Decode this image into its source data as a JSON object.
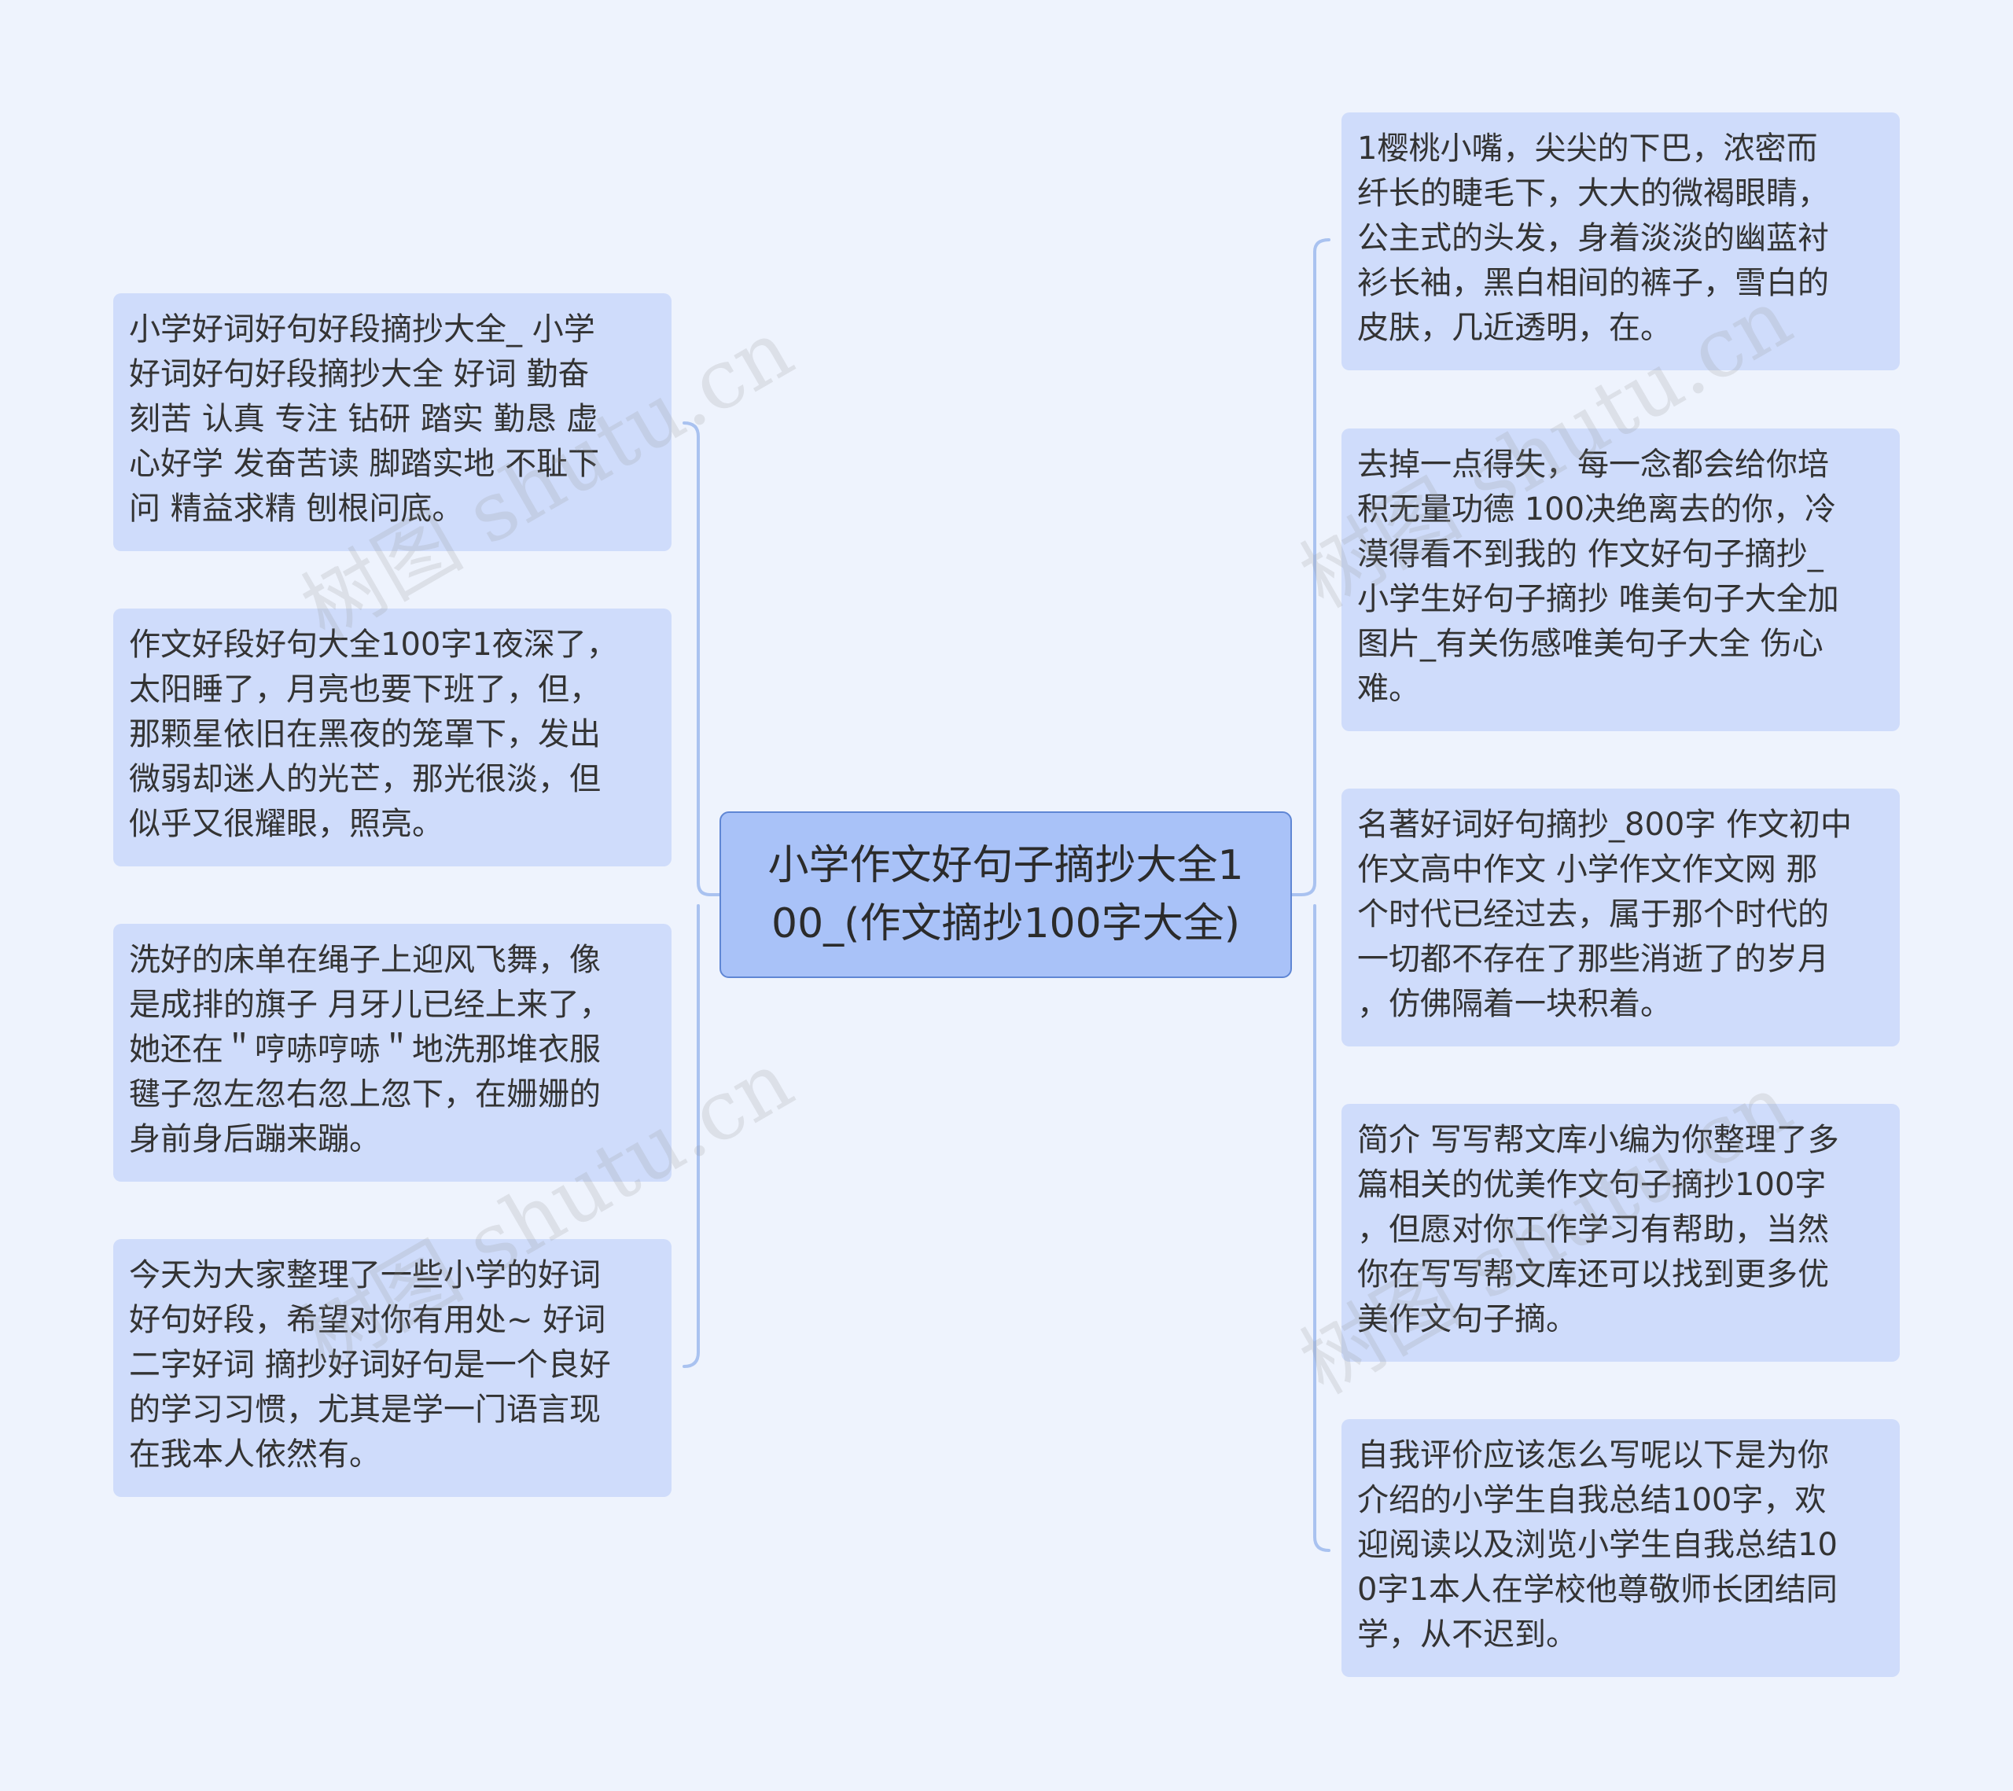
{
  "center": {
    "title": "小学作文好句子摘抄大全1\n00_(作文摘抄100字大全)"
  },
  "left_nodes": [
    {
      "text": "小学好词好句好段摘抄大全_ 小学\n好词好句好段摘抄大全 好词 勤奋\n刻苦 认真 专注 钻研 踏实 勤恳 虚\n心好学 发奋苦读 脚踏实地 不耻下\n问 精益求精 刨根问底。"
    },
    {
      "text": "作文好段好句大全100字1夜深了，\n太阳睡了，月亮也要下班了，但，\n那颗星依旧在黑夜的笼罩下，发出\n微弱却迷人的光芒，那光很淡，但\n似乎又很耀眼，照亮。"
    },
    {
      "text": "洗好的床单在绳子上迎风飞舞，像\n是成排的旗子 月牙儿已经上来了，\n她还在＂哼哧哼哧＂地洗那堆衣服\n毽子忽左忽右忽上忽下，在姗姗的\n身前身后蹦来蹦。"
    },
    {
      "text": "今天为大家整理了一些小学的好词\n好句好段，希望对你有用处~ 好词\n二字好词 摘抄好词好句是一个良好\n的学习习惯，尤其是学一门语言现\n在我本人依然有。"
    }
  ],
  "right_nodes": [
    {
      "text": "1樱桃小嘴，尖尖的下巴，浓密而\n纤长的睫毛下，大大的微褐眼睛，\n公主式的头发，身着淡淡的幽蓝衬\n衫长袖，黑白相间的裤子，雪白的\n皮肤，几近透明，在。"
    },
    {
      "text": "去掉一点得失，每一念都会给你培\n积无量功德 100决绝离去的你，冷\n漠得看不到我的 作文好句子摘抄_\n小学生好句子摘抄 唯美句子大全加\n图片_有关伤感唯美句子大全 伤心\n难。"
    },
    {
      "text": "名著好词好句摘抄_800字 作文初中\n作文高中作文 小学作文作文网 那\n个时代已经过去，属于那个时代的\n一切都不存在了那些消逝了的岁月\n，仿佛隔着一块积着。"
    },
    {
      "text": "简介 写写帮文库小编为你整理了多\n篇相关的优美作文句子摘抄100字\n，但愿对你工作学习有帮助，当然\n你在写写帮文库还可以找到更多优\n美作文句子摘。"
    },
    {
      "text": "自我评价应该怎么写呢以下是为你\n介绍的小学生自我总结100字，欢\n迎阅读以及浏览小学生自我总结10\n0字1本人在学校他尊敬师长团结同\n学，从不迟到。"
    }
  ],
  "watermark": {
    "text": "树图 shutu.cn"
  },
  "colors": {
    "background": "#eef3fd",
    "node_fill": "#cfdcfb",
    "center_fill": "#a9c2f8",
    "center_border": "#5f86d4",
    "connector": "#a9c2f0"
  }
}
